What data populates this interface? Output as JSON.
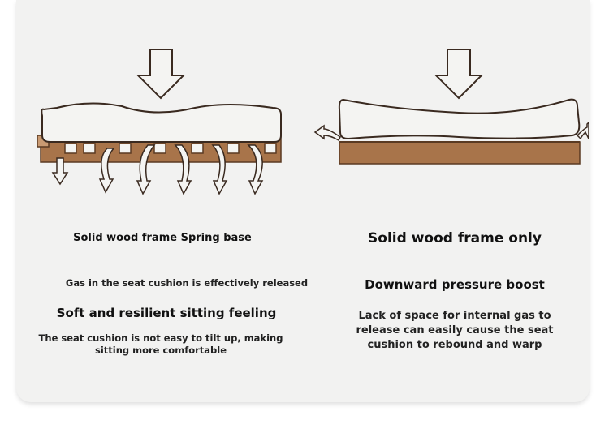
{
  "left": {
    "heading": "Solid wood frame Spring base",
    "line1": "Gas in the seat cushion is effectively released",
    "subheading": "Soft and resilient sitting feeling",
    "line2": "The seat cushion is not easy to tilt up, making sitting more comfortable"
  },
  "right": {
    "heading": "Solid wood frame only",
    "subheading": "Downward pressure boost",
    "line1": "Lack of space for internal gas to release can easily cause the seat cushion to rebound and warp"
  },
  "colors": {
    "wood": "#a8744a",
    "wood_dark": "#5a3a22",
    "cushion_fill": "#f4f4f2",
    "outline": "#3a2a20",
    "card_bg": "#f2f2f1"
  }
}
